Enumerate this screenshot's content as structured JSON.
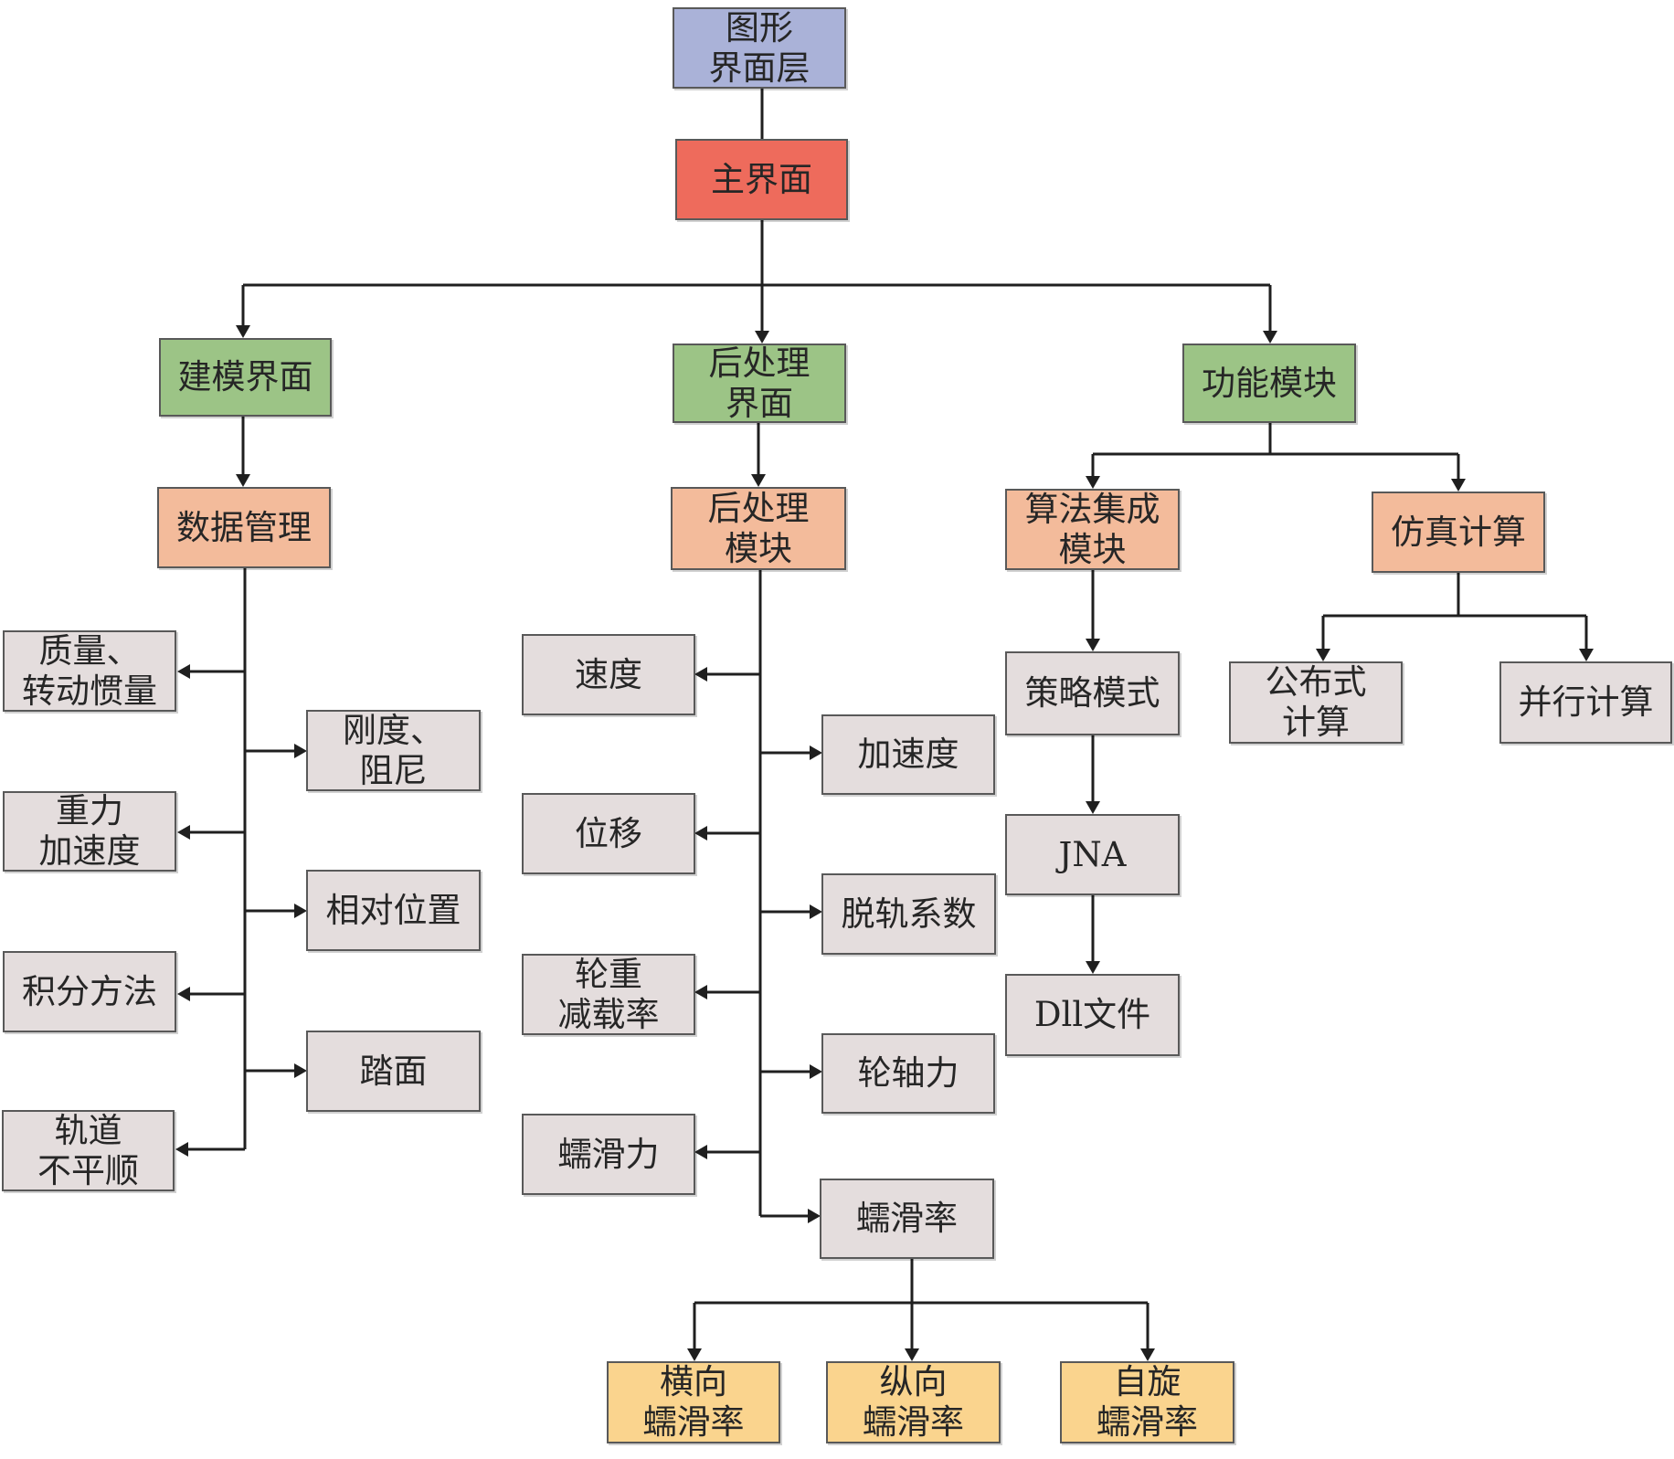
{
  "nodes": {
    "gui_layer": "图形\n界面层",
    "main_ui": "主界面",
    "modeling_ui": "建模界面",
    "postproc_ui": "后处理\n界面",
    "function_module": "功能模块",
    "data_mgmt": "数据管理",
    "postproc_module": "后处理\n模块",
    "algo_module": "算法集成\n模块",
    "simulation": "仿真计算",
    "mass_inertia": "质量、\n转动惯量",
    "stiffness_damping": "刚度、\n阻尼",
    "gravity": "重力\n加速度",
    "relative_pos": "相对位置",
    "integration": "积分方法",
    "tread": "踏面",
    "track_irregularity": "轨道\n不平顺",
    "velocity": "速度",
    "acceleration": "加速度",
    "displacement": "位移",
    "derailment": "脱轨系数",
    "wheel_unload": "轮重\n减载率",
    "axle_force": "轮轴力",
    "creep_force": "蠕滑力",
    "creep_rate": "蠕滑率",
    "lateral_creep": "横向\n蠕滑率",
    "longitudinal_creep": "纵向\n蠕滑率",
    "spin_creep": "自旋\n蠕滑率",
    "strategy": "策略模式",
    "jna": "JNA",
    "dll": "Dll文件",
    "distributed": "公布式\n计算",
    "parallel": "并行计算"
  },
  "colors": {
    "blue": "#aab2d8",
    "red": "#ee6b5c",
    "green": "#9cc486",
    "salmon": "#f3bb9b",
    "gray": "#e4dddd",
    "yellow": "#fad48e"
  }
}
